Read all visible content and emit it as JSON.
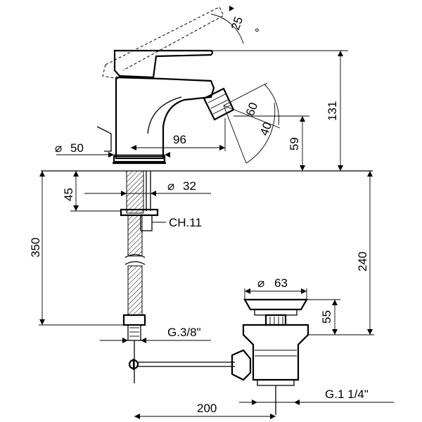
{
  "dimensions": {
    "lever_angle": "25",
    "lever_angle_unit": "°",
    "height_total": "131",
    "spray_angle_a": "60",
    "spray_angle_b": "40",
    "spout_height": "59",
    "base_diameter": "50",
    "spout_reach": "96",
    "hole_height": "45",
    "hole_diameter": "32",
    "nut_size": "CH.11",
    "length_hose": "350",
    "waste_depth": "240",
    "plug_diameter": "63",
    "plug_height": "55",
    "hose_thread": "G.3/8\"",
    "waste_offset": "200",
    "waste_thread": "G.1 1/4\""
  }
}
